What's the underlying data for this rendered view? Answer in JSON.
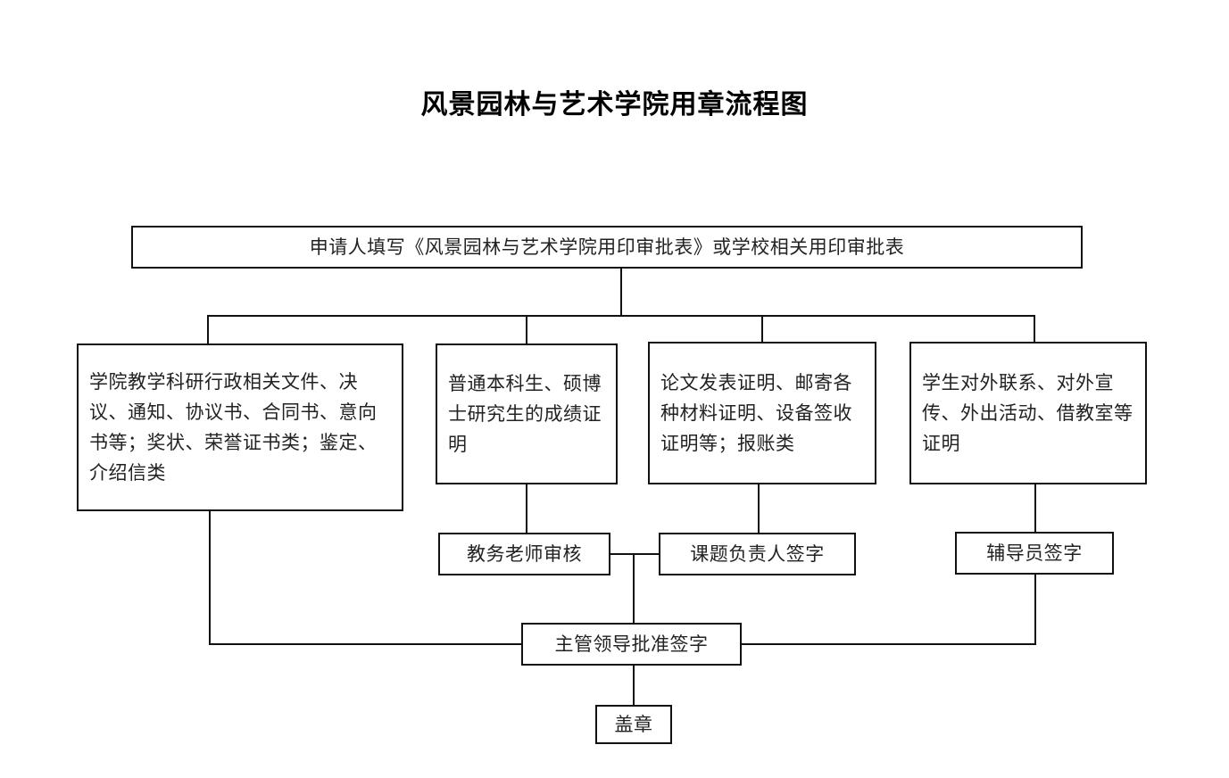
{
  "title": "风景园林与艺术学院用章流程图",
  "nodes": {
    "start": "申请人填写《风景园林与艺术学院用印审批表》或学校相关用印审批表",
    "cat1": "学院教学科研行政相关文件、决议、通知、协议书、合同书、意向书等；奖状、荣誉证书类；鉴定、介绍信类",
    "cat2": "普通本科生、硕博士研究生的成绩证明",
    "cat3": "论文发表证明、邮寄各种材料证明、设备签收证明等；报账类",
    "cat4": "学生对外联系、对外宣传、外出活动、借教室等证明",
    "review_teacher": "教务老师审核",
    "project_leader": "课题负责人签字",
    "counselor": "辅导员签字",
    "leader_approval": "主管领导批准签字",
    "stamp": "盖章"
  },
  "colors": {
    "line": "#111111",
    "text": "#222222",
    "background": "#ffffff"
  }
}
